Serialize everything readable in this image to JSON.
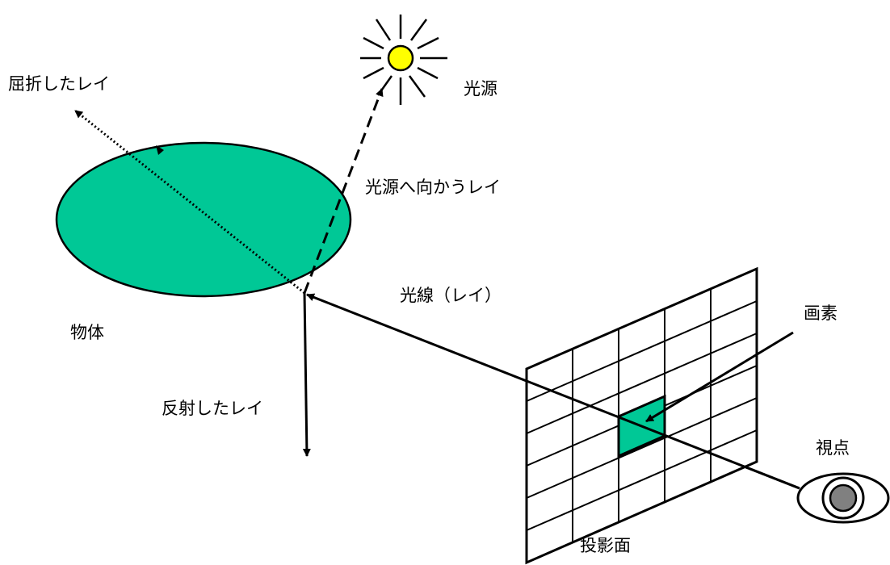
{
  "labels": {
    "refracted_ray": "屈折したレイ",
    "light_source": "光源",
    "ray_to_light": "光源へ向かうレイ",
    "ray": "光線（レイ）",
    "object": "物体",
    "reflected_ray": "反射したレイ",
    "pixel": "画素",
    "viewpoint": "視点",
    "projection_plane": "投影面"
  },
  "colors": {
    "object_fill": "#00C896",
    "pixel_fill": "#00C896",
    "sun_fill": "#FFFF00",
    "stroke": "#000000"
  },
  "icons": {
    "sun": "sun-icon",
    "eye": "eye-icon"
  }
}
